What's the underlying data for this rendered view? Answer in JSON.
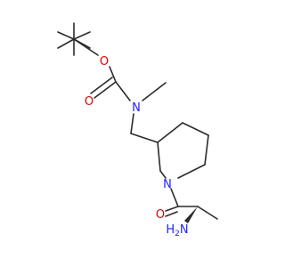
{
  "molecule": {
    "atoms": {
      "o_ester": {
        "text": "O",
        "color": "#e00000"
      },
      "o_carbonyl_top": {
        "text": "O",
        "color": "#e00000"
      },
      "n_carbamate": {
        "text": "N",
        "color": "#1f1fff"
      },
      "n_ring": {
        "text": "N",
        "color": "#1f1fff"
      },
      "o_carbonyl_bottom": {
        "text": "O",
        "color": "#e00000"
      },
      "nh2": {
        "text": "H",
        "subscript": "2",
        "suffix": "N",
        "color": "#1f1fff"
      }
    },
    "bond_color": "#2b2b2b"
  }
}
